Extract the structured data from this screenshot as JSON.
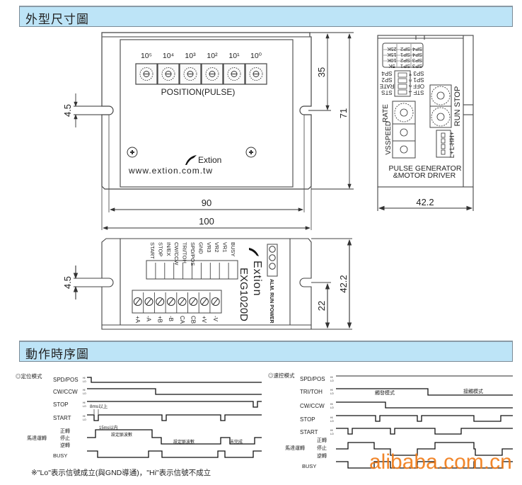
{
  "sections": {
    "dimensions_title": "外型尺寸圖",
    "timing_title": "動作時序圖"
  },
  "top_view": {
    "dial_exponents": [
      "10⁵",
      "10⁴",
      "10³",
      "10²",
      "10¹",
      "10⁰"
    ],
    "dial_label": "POSITION(PULSE)",
    "brand": "Extion",
    "website": "www.extion.com.tw",
    "dims": {
      "slot": "4.5",
      "slot_to_top": "35",
      "height": "71",
      "inner_width": "90",
      "outer_width": "100"
    }
  },
  "side_view": {
    "speed_table": [
      [
        "5K",
        "SP1",
        "SP3"
      ],
      [
        "10K",
        "SP2",
        "SP3"
      ],
      [
        "15K",
        "SP1",
        "SP4"
      ],
      [
        "25K",
        "SP2",
        "SP4"
      ]
    ],
    "dip_left": [
      "SP3",
      "SP1",
      "OFF",
      "STF"
    ],
    "dip_right": [
      "SP4",
      "SP2",
      "RATE",
      "STS"
    ],
    "dip_numbers": [
      "4",
      "3",
      "2",
      "1"
    ],
    "rate_label": "RATE",
    "speed_label": "SPEED",
    "vs_label": "VS",
    "run_stop_label": "RUN STOP",
    "terminal_labels": [
      "H+",
      "H-",
      "L-",
      "L+"
    ],
    "caption_line1": "PULSE  GENERATOR",
    "caption_line2": "&MOTOR    DRIVER",
    "dims": {
      "width": "42.2"
    }
  },
  "front_view": {
    "signal_labels": [
      "START",
      "STOP",
      "IN/EX",
      "CW/CCW",
      "TRI/TOH",
      "SPD/POS",
      "GND",
      "VR3",
      "VR2",
      "VR1",
      "BUSY"
    ],
    "terminal_labels": [
      "+A",
      "-A",
      "+B",
      "-B",
      "CA",
      "CB",
      "+V",
      "-V"
    ],
    "brand": "Extion",
    "model": "EXG1020D",
    "led_labels": "ALM. RUN POWER",
    "dims": {
      "slot": "4.5",
      "height": "42.2",
      "lower": "22"
    }
  },
  "timing_position": {
    "mode_label": "◎定位模式",
    "signals": [
      "SPD/POS",
      "CW/CCW",
      "STOP",
      "START"
    ],
    "hi": "HI",
    "lo": "LO",
    "note_8ms": "8ms以上",
    "note_15ms": "15ms以内",
    "note_set_pulses": "設定脈波數",
    "note_set_pulses2": "設定脈波數",
    "note_incomplete": "未完成",
    "motor_label": "馬達運轉",
    "motor_states": [
      "正轉",
      "停止",
      "逆轉"
    ],
    "busy_label": "BUSY",
    "footnote": "※\"Lo\"表示信號成立(與GND導通)，\"Hi\"表示信號不成立"
  },
  "timing_speed": {
    "mode_label": "◎速控模式",
    "signals": [
      "SPD/POS",
      "TRI/TOH",
      "CW/CCW",
      "STOP",
      "START"
    ],
    "hi": "HI",
    "lo": "LO",
    "tri_mode": "觸發模式",
    "toggle_mode": "接觸模式",
    "motor_label": "馬達運轉",
    "motor_states": [
      "正轉",
      "停止",
      "逆轉"
    ],
    "busy_label": "BUSY"
  },
  "watermark": "alibaba.com.cn"
}
